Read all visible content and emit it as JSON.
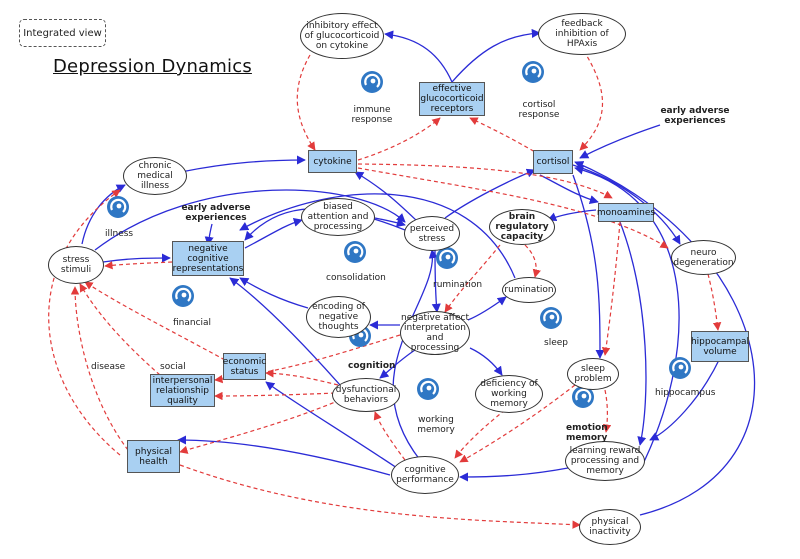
{
  "view_label": "Integrated view",
  "title": "Depression Dynamics",
  "nodes": {
    "inhibitory": "inhibitory effect of glucocorticoid on cytokine",
    "feedback": "feedback inhibition of HPAxis",
    "effective": "effective glucocorticoid receptors",
    "cytokine": "cytokine",
    "cortisol": "cortisol",
    "chronic": "chronic medical illness",
    "negative_cog": "negative cognitive representations",
    "biased": "biased attention and processing",
    "perceived": "perceived stress",
    "brain_reg": "brain regulatory capacity",
    "monoamines": "monoamines",
    "neuro": "neuro degeneration",
    "stress": "stress stimuli",
    "rumination": "rumination",
    "encoding": "encoding of negative thoughts",
    "negative_affect": "negative affect interpretation and processing",
    "hippocampal": "hippocampal volume",
    "economic": "economic status",
    "interpersonal": "interpersonal relationship quality",
    "sleep_problem": "sleep problem",
    "dysfunctional": "dysfunctional behaviors",
    "deficiency": "deficiency of working memory",
    "learning": "learning reward processing and memory",
    "physical_health": "physical health",
    "cognitive_perf": "cognitive performance",
    "physical_inact": "physical inactivity"
  },
  "labels": {
    "immune_response": "immune response",
    "cortisol_response": "cortisol response",
    "early_adverse_top": "early adverse experiences",
    "early_adverse_left": "early adverse experiences",
    "illness": "illness",
    "consolidation": "consolidation",
    "rumination_small": "rumination",
    "financial": "financial",
    "cognition": "cognition",
    "sleep": "sleep",
    "social": "social",
    "disease": "disease",
    "working_memory": "working memory",
    "hippocampus": "hippocampus",
    "emotion_memory": "emotion memory"
  },
  "colors": {
    "solid_arrow": "#2b2bd6",
    "dashed_arrow": "#e23b3b",
    "box_fill": "#a9d0f2",
    "icon_blue": "#2f77c4"
  },
  "icons": [
    "loop-icon"
  ]
}
